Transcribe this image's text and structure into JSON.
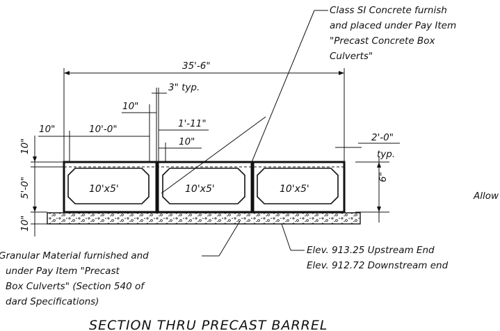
{
  "notes": {
    "concrete_line1": "Class SI Concrete furnish",
    "concrete_line2": "and placed under Pay Item",
    "concrete_line3": "\"Precast Concrete Box",
    "concrete_line4": "Culverts\"",
    "granular_line1": "Granular Material furnished and",
    "granular_line2": "under Pay Item \"Precast",
    "granular_line3": "Box Culverts\" (Section 540 of",
    "granular_line4": "dard Specifications)",
    "elev_upstream": "Elev. 913.25 Upstream End",
    "elev_downstream": "Elev. 912.72 Downstream end",
    "allow": "Allow"
  },
  "dimensions": {
    "overall_width": "35'-6\"",
    "wall_typ": "3\" typ.",
    "inner_wall": "10\"",
    "left_edge": "10\"",
    "barrel_width": "10'-0\"",
    "top_slab_offset": "1'-11\"",
    "top_slab_thickness": "10\"",
    "right_extension": "2'-0\"",
    "right_typ": "typ.",
    "right_height": "6\"",
    "left_top": "10\"",
    "barrel_height": "5'-0\"",
    "bedding": "10\""
  },
  "cells": [
    "10'x5'",
    "10'x5'",
    "10'x5'"
  ],
  "title": "SECTION THRU PRECAST BARREL"
}
